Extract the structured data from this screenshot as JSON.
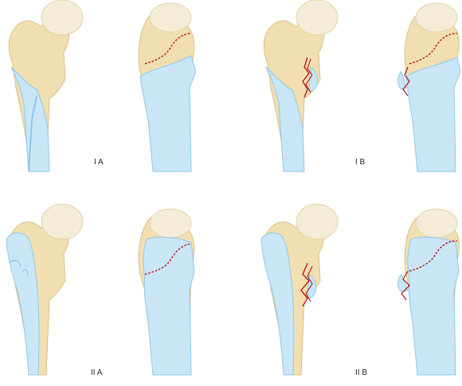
{
  "colors": {
    "background": "#ffffff",
    "bone": "#f1dfb1",
    "bone_shade": "#d9c08a",
    "head": "#f4ecd6",
    "shaft": "#c9e6f7",
    "shaft_shade": "#8ec7ea",
    "fracture": "#b00000",
    "label": "#222222"
  },
  "panels": [
    {
      "id": "IA",
      "label": "I A",
      "shaft_extends": false,
      "displaced": false
    },
    {
      "id": "IB",
      "label": "I B",
      "shaft_extends": false,
      "displaced": true
    },
    {
      "id": "IIA",
      "label": "II A",
      "shaft_extends": true,
      "displaced": false
    },
    {
      "id": "IIB",
      "label": "II B",
      "shaft_extends": true,
      "displaced": true
    }
  ]
}
